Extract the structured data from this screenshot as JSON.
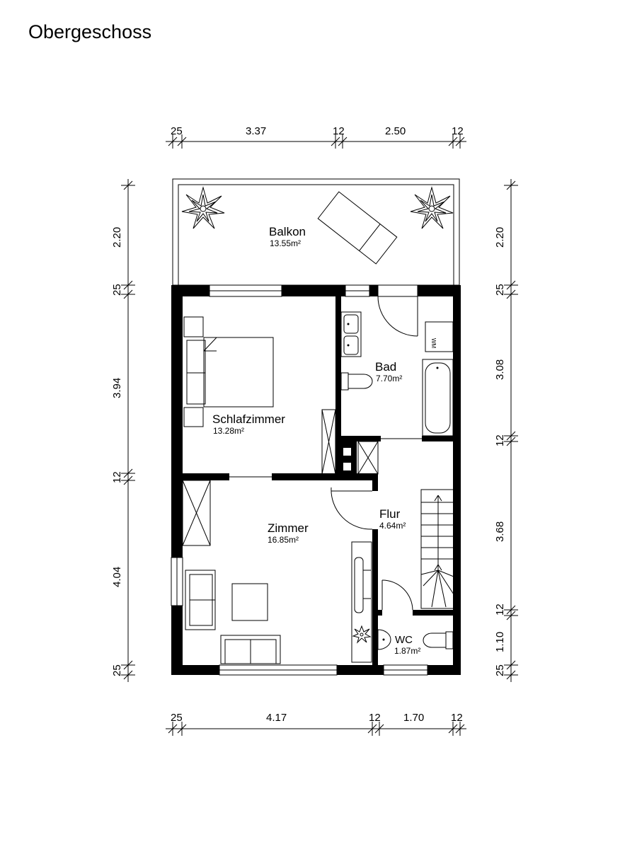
{
  "title": "Obergeschoss",
  "rooms": {
    "balkon": {
      "name": "Balkon",
      "area": "13.55m²"
    },
    "schlafzimmer": {
      "name": "Schlafzimmer",
      "area": "13.28m²"
    },
    "bad": {
      "name": "Bad",
      "area": "7.70m²"
    },
    "zimmer": {
      "name": "Zimmer",
      "area": "16.85m²"
    },
    "flur": {
      "name": "Flur",
      "area": "4.64m²"
    },
    "wc": {
      "name": "WC",
      "area": "1.87m²"
    }
  },
  "dims": {
    "top": [
      "25",
      "3.37",
      "12",
      "2.50",
      "12"
    ],
    "bottom": [
      "25",
      "4.17",
      "12",
      "1.70",
      "12"
    ],
    "left": [
      "2.20",
      "25",
      "3.94",
      "12",
      "4.04",
      "25"
    ],
    "right": [
      "2.20",
      "25",
      "3.08",
      "12",
      "3.68",
      "12",
      "1.10",
      "25"
    ]
  },
  "labels": {
    "wm": "WM"
  }
}
